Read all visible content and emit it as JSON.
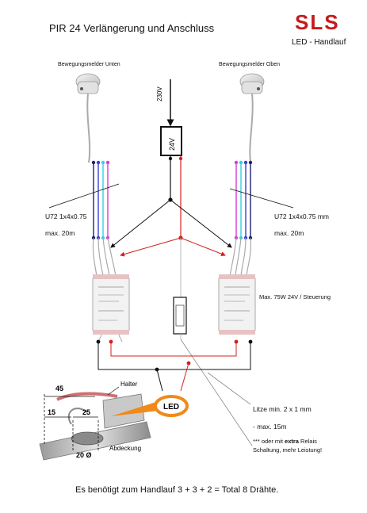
{
  "header": {
    "title": "PIR 24 Verlängerung und Anschluss",
    "brand": "SLS",
    "brand_sub": "LED - Handlauf"
  },
  "sensors": {
    "bottom_label": "Bewegungsmelder Unten",
    "top_label": "Bewegungsmelder Oben"
  },
  "power": {
    "mains": "230V",
    "psu": "24V"
  },
  "cables": {
    "left_type": "U72 1x4x0.75",
    "left_max": "max. 20m",
    "right_type": "U72 1x4x0.75 mm",
    "right_max": "max. 20m"
  },
  "controller": {
    "note": "Max. 75W 24V / Steuerung"
  },
  "wiring": {
    "litze": "Litze min. 2 x 1 mm",
    "max_length": "- max. 15m",
    "relay_note_line1_prefix": "*** oder mit ",
    "relay_note_bold": "extra",
    "relay_note_line1_suffix": " Relais",
    "relay_note_line2": "Schaltung, mehr Leistung!"
  },
  "profile": {
    "dim_45": "45",
    "dim_15": "15",
    "dim_25": "25",
    "dim_20": "20 Ø",
    "halter": "Halter",
    "abdeckung": "Abdeckung",
    "led": "LED"
  },
  "footer": {
    "text": "Es benötigt zum Handlauf 3 + 3 + 2 = Total 8 Drähte."
  },
  "colors": {
    "wire_blue": "#3a3fd6",
    "wire_pink": "#d93ad9",
    "wire_cyan": "#33cfe0",
    "wire_dark": "#1e1e70",
    "wire_red": "#d42020",
    "wire_black": "#111111",
    "brand_red": "#c41b1b",
    "led_orange": "#f08a1a"
  }
}
